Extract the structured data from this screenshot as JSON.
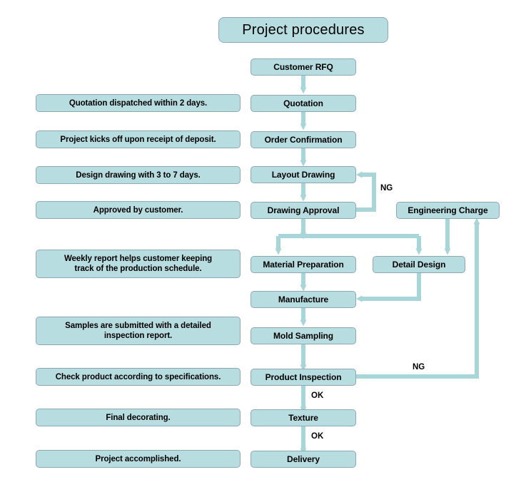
{
  "diagram": {
    "title": "Project procedures",
    "accent_fill": "#b7dde0",
    "node_border": "#8fa8b5",
    "connector_color": "#a8d5d8"
  },
  "flow": {
    "customer_rfq": "Customer RFQ",
    "quotation": "Quotation",
    "order_confirmation": "Order Confirmation",
    "layout_drawing": "Layout Drawing",
    "drawing_approval": "Drawing Approval",
    "material_preparation": "Material Preparation",
    "manufacture": "Manufacture",
    "mold_sampling": "Mold Sampling",
    "product_inspection": "Product Inspection",
    "texture": "Texture",
    "delivery": "Delivery"
  },
  "side": {
    "engineering_charge": "Engineering Charge",
    "detail_design": "Detail Design"
  },
  "notes": {
    "quotation_note": "Quotation dispatched within 2 days.",
    "order_note": "Project kicks off upon receipt of deposit.",
    "layout_note": "Design drawing with 3 to 7 days.",
    "approval_note": "Approved by customer.",
    "material_note_line1": "Weekly report helps customer keeping",
    "material_note_line2": "track of the production schedule.",
    "sampling_note_line1": "Samples are submitted with a detailed",
    "sampling_note_line2": "inspection report.",
    "inspection_note": "Check product according to specifications.",
    "texture_note": "Final decorating.",
    "delivery_note": "Project accomplished."
  },
  "edge_labels": {
    "ng_drawing_approval": "NG",
    "ng_product_inspection": "NG",
    "ok_inspection_to_texture": "OK",
    "ok_texture_to_delivery": "OK"
  }
}
